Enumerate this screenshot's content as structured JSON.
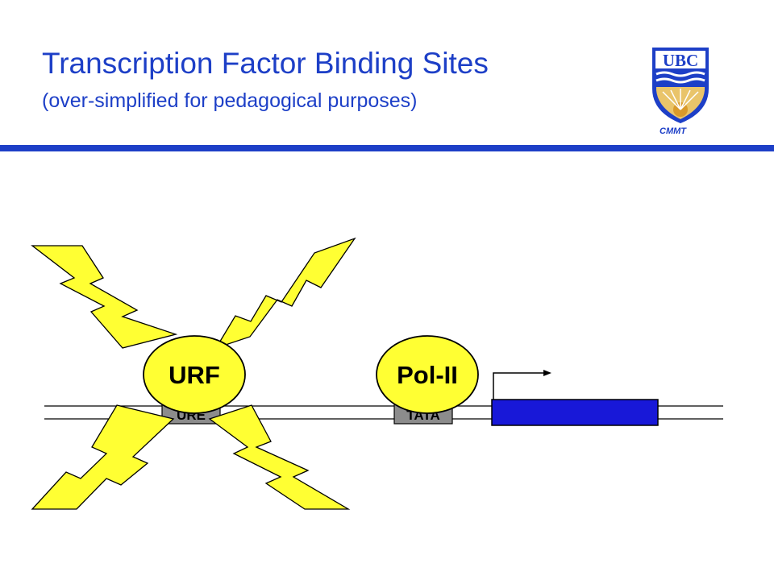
{
  "header": {
    "title": "Transcription Factor Binding Sites",
    "subtitle": "(over-simplified for pedagogical purposes)",
    "logo_text": "UBC",
    "org_label": "CMMT"
  },
  "diagram": {
    "binding_site_1": "URE",
    "binding_site_2": "TATA",
    "factor_1": "URF",
    "factor_2": "Pol-II"
  },
  "colors": {
    "accent": "#1d3fc7",
    "gene": "#1818d8",
    "factor_fill": "#ffff33",
    "lightning_fill": "#ffff33",
    "site_fill": "#8c8c8c"
  }
}
